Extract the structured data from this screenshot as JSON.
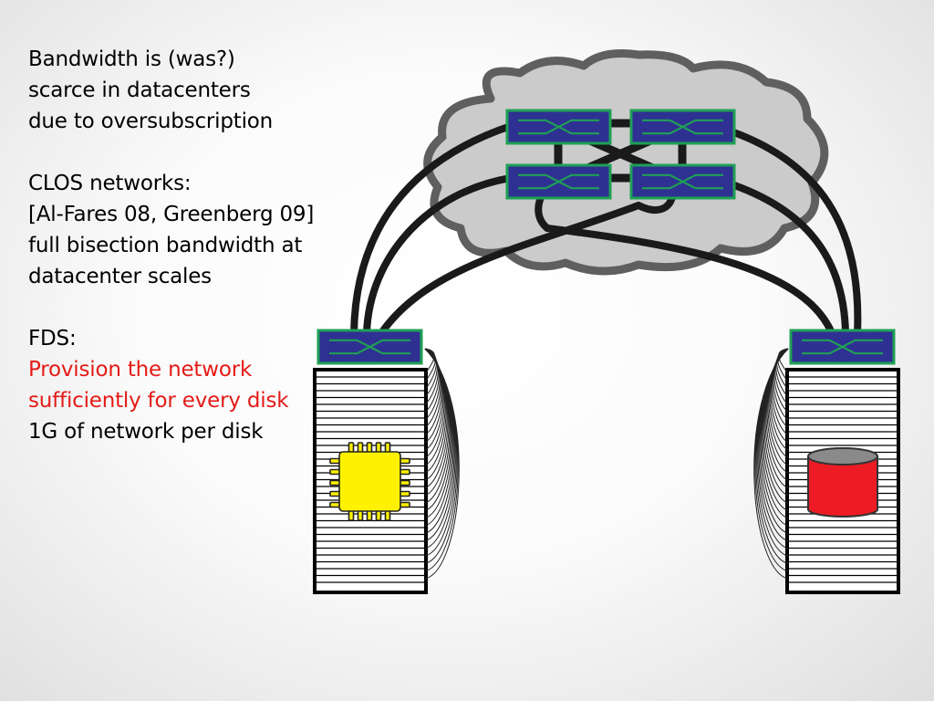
{
  "text": {
    "para1": [
      "Bandwidth is (was?)",
      "scarce in datacenters",
      "due to oversubscription"
    ],
    "para2": [
      "CLOS networks:",
      "[Al-Fares 08, Greenberg 09]",
      "full bisection bandwidth at",
      "datacenter scales"
    ],
    "para3_heading": "FDS:",
    "para3_emphasis": [
      "Provision the network",
      "sufficiently for every disk"
    ],
    "para3_last": "1G of network per disk"
  },
  "colors": {
    "switch_fill": "#2e3192",
    "switch_border": "#1fa055",
    "cloud_fill": "#cbcbcb",
    "cloud_stroke": "#5f5f5f",
    "cpu_fill": "#fff200",
    "disk_fill": "#ed1c24"
  },
  "diagram": {
    "left_rack_icon": "cpu-chip-icon",
    "right_rack_icon": "disk-cylinder-icon",
    "switch_icon": "switch-icon"
  }
}
